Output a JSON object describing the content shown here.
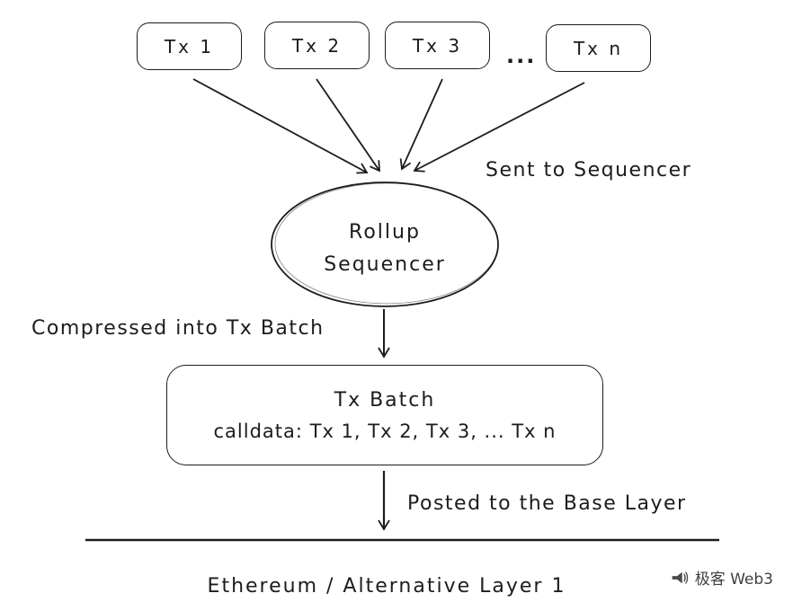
{
  "diagram": {
    "tx_boxes": [
      {
        "label": "Tx 1"
      },
      {
        "label": "Tx 2"
      },
      {
        "label": "Tx 3"
      },
      {
        "label": "Tx n"
      }
    ],
    "ellipsis": "...",
    "sequencer": {
      "line1": "Rollup",
      "line2": "Sequencer"
    },
    "labels": {
      "sent_to_sequencer": "Sent to Sequencer",
      "compressed_into_batch": "Compressed into Tx Batch",
      "posted_to_base_layer": "Posted to the Base Layer"
    },
    "batch": {
      "title": "Tx Batch",
      "calldata": "calldata: Tx 1, Tx 2, Tx 3, ... Tx n"
    },
    "base_layer": "Ethereum / Alternative Layer 1",
    "watermark": "极客 Web3",
    "colors": {
      "stroke": "#1c1c1c",
      "text": "#1c1c1c",
      "watermark_text": "#3f3f3f"
    }
  }
}
